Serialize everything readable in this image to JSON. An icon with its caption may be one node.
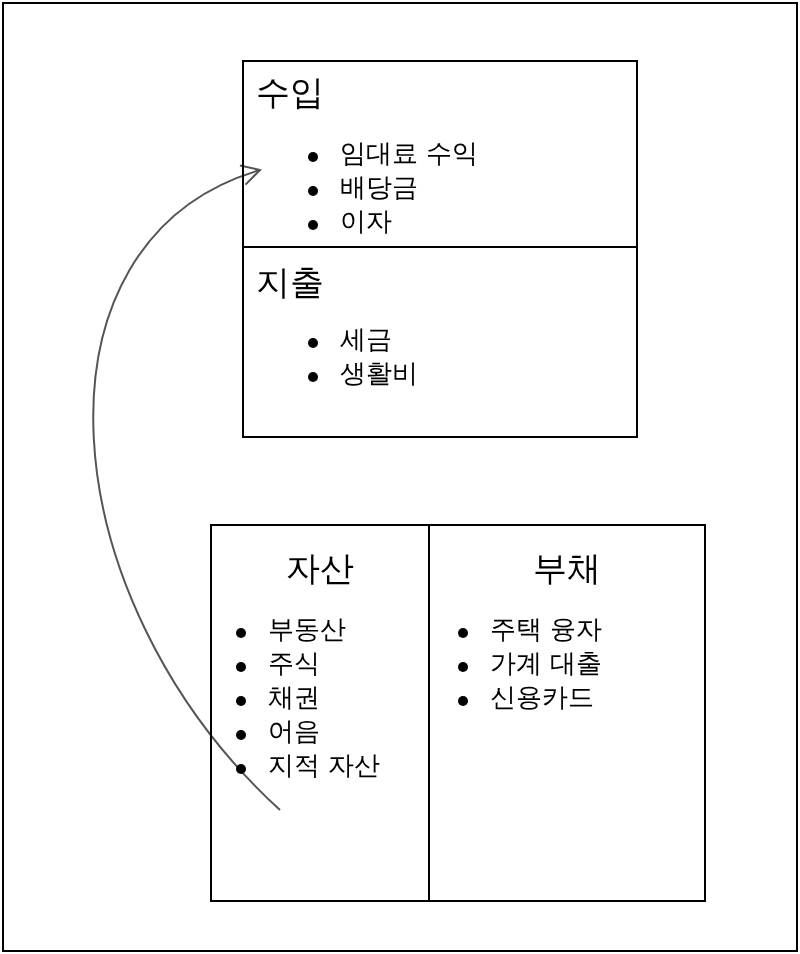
{
  "diagram": {
    "nodes": [
      {
        "text": [
          "수입",
          "임대료 수익",
          "배당금",
          "이자"
        ]
      },
      {
        "text": [
          "지출",
          "세금",
          "생활비"
        ]
      },
      {
        "text": [
          "자산",
          "부동산",
          "주식",
          "채권",
          "어음",
          "지적 자산"
        ]
      },
      {
        "text": [
          "부채",
          "주택 융자",
          "가계 대출",
          "신용카드"
        ]
      }
    ],
    "edges": [
      {
        "from": 2,
        "to": 0,
        "arrow": "to"
      }
    ]
  }
}
